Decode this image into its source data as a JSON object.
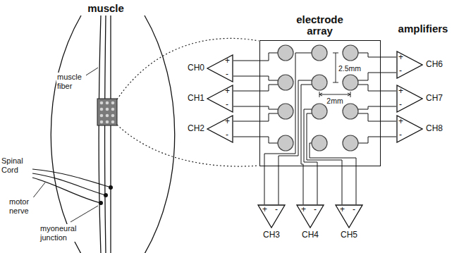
{
  "diagram": {
    "nodes": [
      {
        "text": [
          "electrode array"
        ]
      },
      {
        "text": [
          "+",
          "-"
        ]
      },
      {
        "text": [
          "+",
          "-"
        ]
      },
      {
        "text": [
          "+",
          "-"
        ]
      },
      {
        "text": [
          "+",
          "-"
        ]
      },
      {
        "text": [
          "+",
          "-"
        ]
      },
      {
        "text": [
          "+",
          "-"
        ]
      },
      {
        "text": [
          "+",
          "-"
        ]
      },
      {
        "text": [
          "+",
          "-"
        ]
      },
      {
        "text": [
          "+",
          "-"
        ]
      }
    ],
    "edges": [
      {
        "from": 0,
        "to": 1,
        "arrow": "none"
      },
      {
        "from": 0,
        "to": 1,
        "arrow": "none"
      },
      {
        "from": 0,
        "to": 2,
        "arrow": "none"
      },
      {
        "from": 0,
        "to": 2,
        "arrow": "none"
      },
      {
        "from": 0,
        "to": 3,
        "arrow": "none"
      },
      {
        "from": 0,
        "to": 3,
        "arrow": "none"
      },
      {
        "from": 0,
        "to": 4,
        "arrow": "none"
      },
      {
        "from": 0,
        "to": 4,
        "arrow": "none"
      },
      {
        "from": 0,
        "to": 5,
        "arrow": "none"
      },
      {
        "from": 0,
        "to": 5,
        "arrow": "none"
      },
      {
        "from": 0,
        "to": 6,
        "arrow": "none"
      },
      {
        "from": 0,
        "to": 6,
        "arrow": "none"
      },
      {
        "from": 0,
        "to": 7,
        "arrow": "none"
      },
      {
        "from": 0,
        "to": 7,
        "arrow": "none"
      },
      {
        "from": 0,
        "to": 8,
        "arrow": "none"
      },
      {
        "from": 0,
        "to": 8,
        "arrow": "none"
      },
      {
        "from": 0,
        "to": 9,
        "arrow": "none"
      },
      {
        "from": 0,
        "to": 9,
        "arrow": "none"
      }
    ],
    "labels": [
      "muscle",
      "amplifiers",
      "muscle fiber",
      "Spinal Cord",
      "motor nerve",
      "myoneural junction",
      "CH0",
      "CH1",
      "CH2",
      "CH6",
      "CH7",
      "CH8",
      "2.5mm",
      "2mm",
      "CH3",
      "CH4",
      "CH5"
    ]
  }
}
